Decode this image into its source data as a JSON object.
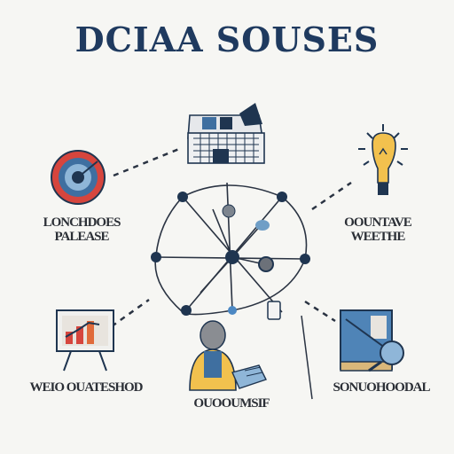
{
  "title": "DCIAA SOUSES",
  "labels": {
    "top_left": [
      "LONCHDOES",
      "PALEASE"
    ],
    "top_right": [
      "OOUNTAVE",
      "WEETHE"
    ],
    "bottom_left": "WEIO OUATESHOD",
    "bottom_center": "OUOOUMSIF",
    "bottom_right": "SONUOHOODAL"
  },
  "colors": {
    "title": "#1f3a5f",
    "navy": "#1f3550",
    "blue": "#3f6fa0",
    "light_blue": "#8fb6d8",
    "bulb": "#f2c14e",
    "red": "#d6453d",
    "tan": "#d9b77a",
    "grey": "#8a8d92"
  },
  "icons": [
    "building-icon",
    "target-icon",
    "lightbulb-icon",
    "chart-board-icon",
    "person-icon",
    "book-search-icon"
  ]
}
